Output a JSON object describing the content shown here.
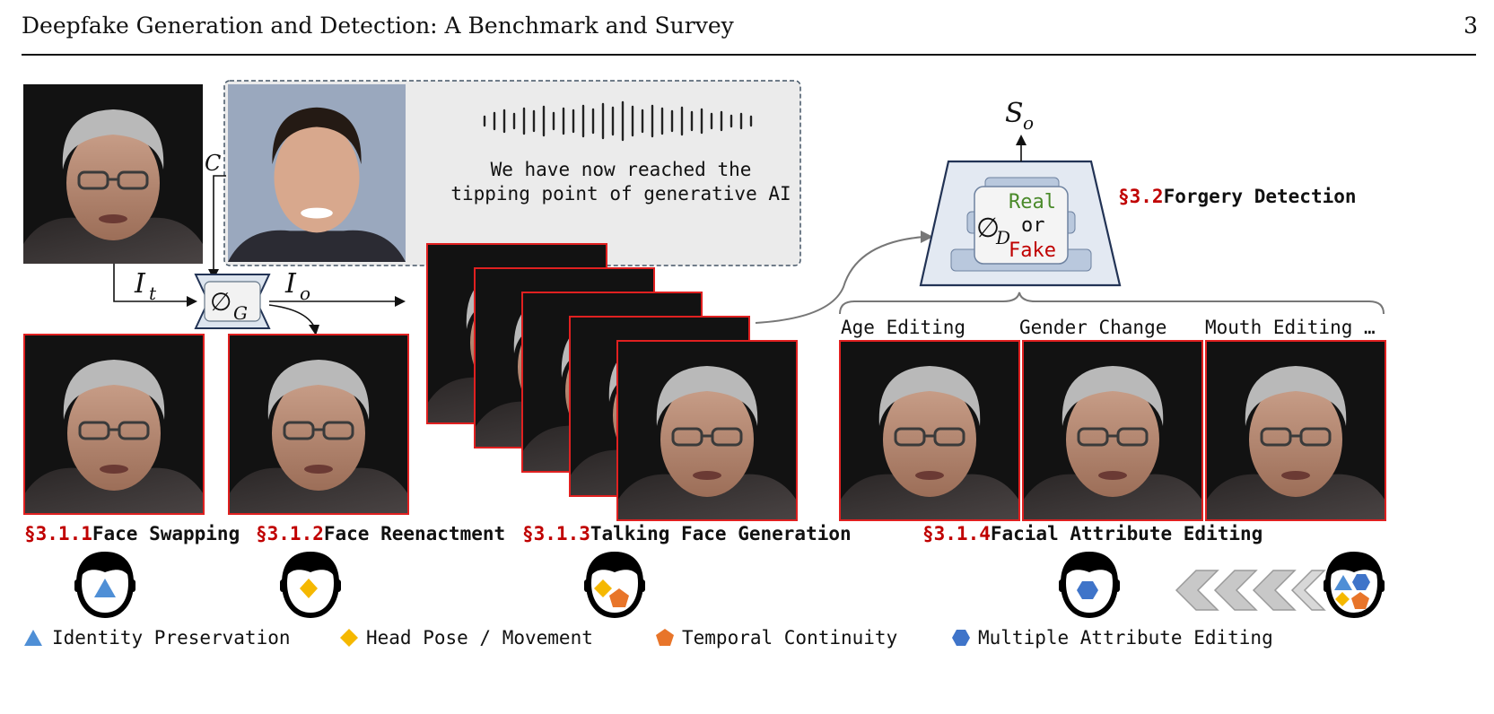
{
  "header": {
    "title": "Deepfake Generation and Detection: A Benchmark and Survey",
    "page_number": "3"
  },
  "figure": {
    "speech_text_line1": "We have now reached the",
    "speech_text_line2": "tipping point of generative AI",
    "math": {
      "c": "C",
      "it_main": "I",
      "it_sub": "t",
      "io_main": "I",
      "io_sub": "o",
      "so_main": "S",
      "so_sub": "o",
      "phi_g_main": "∅",
      "phi_g_sub": "G",
      "phi_d_main": "∅",
      "phi_d_sub": "D"
    },
    "detector": {
      "real": "Real",
      "or": "or",
      "fake": "Fake"
    },
    "detection_label": {
      "sec": "§3.2",
      "text": "Forgery Detection"
    },
    "editing_labels": [
      "Age Editing",
      "Gender Change",
      "Mouth Editing …"
    ],
    "sections": [
      {
        "sec": "§3.1.1",
        "text": "Face Swapping"
      },
      {
        "sec": "§3.1.2",
        "text": "Face Reenactment"
      },
      {
        "sec": "§3.1.3",
        "text": "Talking Face Generation"
      },
      {
        "sec": "§3.1.4",
        "text": "Facial Attribute Editing"
      }
    ],
    "legend": [
      {
        "label": "Identity Preservation",
        "shape": "triangle-icon",
        "color": "#4f8fd6"
      },
      {
        "label": "Head Pose / Movement",
        "shape": "diamond-icon",
        "color": "#f5b800"
      },
      {
        "label": "Temporal Continuity",
        "shape": "pentagon-icon",
        "color": "#e8752a"
      },
      {
        "label": "Multiple Attribute Editing",
        "shape": "hexagon-icon",
        "color": "#3f74c9"
      }
    ],
    "colors": {
      "accent_red": "#c00000",
      "real_green": "#4a8a2a",
      "frame_red": "#e02020"
    }
  }
}
